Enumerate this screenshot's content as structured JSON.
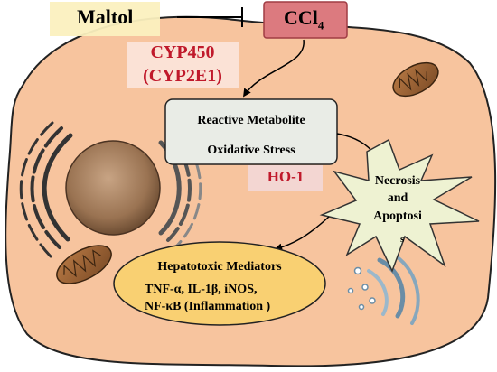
{
  "maltol": {
    "label": "Maltol"
  },
  "ccl4": {
    "prefix": "CCl",
    "subscript": "4"
  },
  "enzyme": {
    "line1": "CYP450",
    "line2": "(CYP2E1)"
  },
  "metabolite_box": {
    "line1": "Reactive Metabolite",
    "line2": "Oxidative Stress"
  },
  "ho1": {
    "label": "HO-1"
  },
  "necrosis": {
    "line1": "Necrosis",
    "line2": "and",
    "line3": "Apoptosi",
    "line4": "s"
  },
  "mediators": {
    "title": "Hepatotoxic Mediators",
    "line1": "TNF-α, IL-1β, iNOS,",
    "line2": "NF-κB (Inflammation )"
  },
  "colors": {
    "cell_fill": "#f7c49e",
    "cell_stroke": "#222222",
    "maltol_fill": "#fbf0bf",
    "ccl4_fill": "#dc7a7f",
    "ccl4_stroke": "#a03c44",
    "enzyme_text": "#c0192b",
    "enzyme_bg": "#fbe6dc",
    "ho1_text": "#c0192b",
    "ho1_bg": "#f3d6d2",
    "box_fill": "#e9ece6",
    "burst_fill": "#eef2d2",
    "ellipse_fill": "#f9d072",
    "nucleus": "#a07a55",
    "mito": "#9b6438"
  }
}
